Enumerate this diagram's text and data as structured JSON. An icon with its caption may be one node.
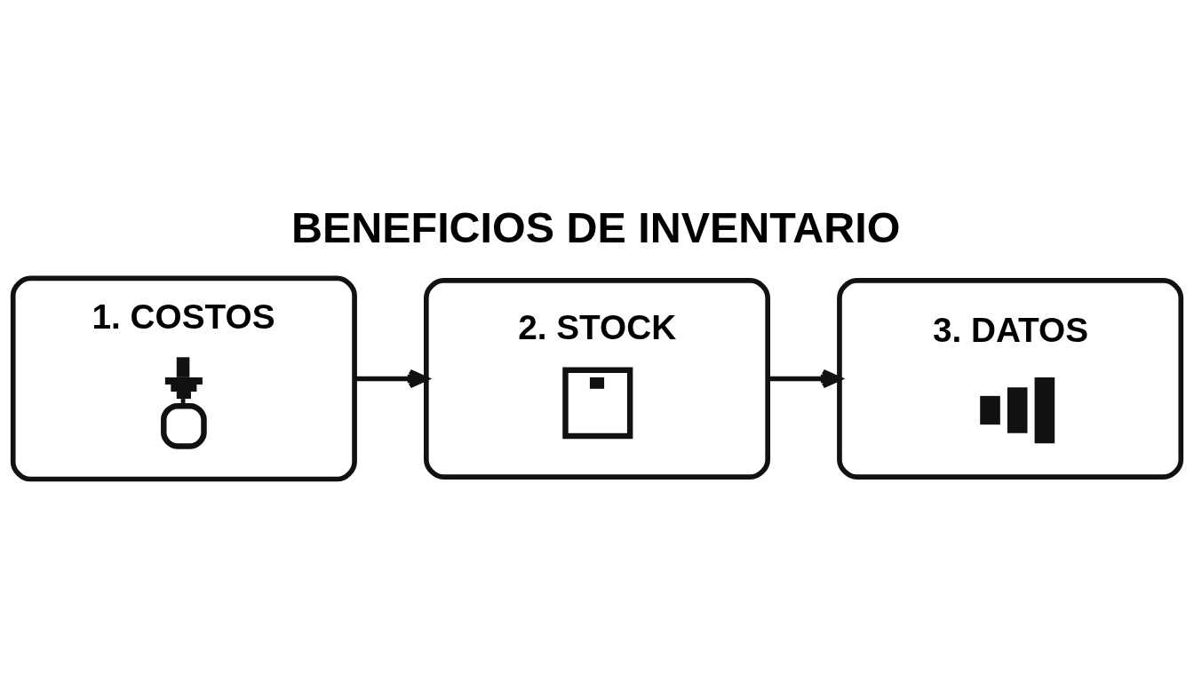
{
  "diagram": {
    "title": "BENEFICIOS DE INVENTARIO",
    "nodes": [
      {
        "text": [
          "1. COSTOS"
        ]
      },
      {
        "text": [
          "2. STOCK"
        ]
      },
      {
        "text": [
          "3. DATOS"
        ]
      }
    ],
    "edges": [
      {
        "from": 0,
        "to": 1,
        "arrow": "to"
      },
      {
        "from": 1,
        "to": 2,
        "arrow": "to"
      }
    ]
  }
}
